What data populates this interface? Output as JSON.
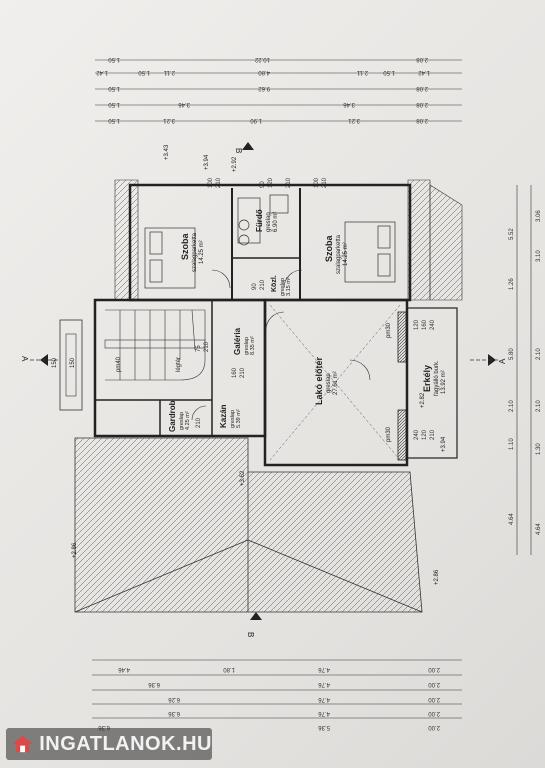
{
  "watermark": {
    "text": "INGATLANOK.HU",
    "icon": "house-logo-icon"
  },
  "rooms": {
    "szoba_left": {
      "name": "Szoba",
      "floor": "szalagparketta",
      "area": "14.25 m²"
    },
    "furdo": {
      "name": "Fürdő",
      "floor": "greslap",
      "area": "6.90 m²"
    },
    "szoba_right": {
      "name": "Szoba",
      "floor": "szalagparketta",
      "area": "14.25 m²"
    },
    "kozl": {
      "name": "Közl.",
      "floor": "greslap",
      "area": "3.15 m²"
    },
    "galeria": {
      "name": "Galéria",
      "floor": "greslap",
      "area": "8.35 m²"
    },
    "lako": {
      "name": "Lakó előtér",
      "floor": "greslap",
      "area": "27.61 m²"
    },
    "erkely": {
      "name": "Erkély",
      "floor": "fagyálló burk.",
      "area": "13.92 m²"
    },
    "gardrob": {
      "name": "Gardrob",
      "floor": "greslap",
      "area": "4.25 m²"
    },
    "kazan": {
      "name": "Kazán",
      "floor": "greslap",
      "area": "5.39 m²"
    }
  },
  "labels": {
    "legter": "légtér",
    "pm40": "pm40",
    "pm30a": "pm30",
    "pm30b": "pm30",
    "section_a_left": "A",
    "section_a_right": "A",
    "section_b_top": "B",
    "section_b_bottom": "B",
    "lvl_343": "+3.43",
    "lvl_394_top": "+3.94",
    "lvl_292": "+2.92",
    "lvl_394_bottom": "+3.94",
    "lvl_282": "+2.82",
    "lvl_286_left": "+2.86",
    "lvl_286_right": "+2.86",
    "lvl_362": "+3.62",
    "lvl_150a": "150",
    "lvl_150b": "150"
  },
  "dims_top": [
    [
      "1.50",
      "10.22",
      "2.08"
    ],
    [
      "1.42",
      "1.50",
      "2.11",
      "4.80",
      "2.11",
      "1.50",
      "1.42"
    ],
    [
      "1.50",
      "9.62",
      "2.08"
    ],
    [
      "1.50",
      "3.46",
      "3.46",
      "2.08"
    ],
    [
      "1.50",
      "3.21",
      "1.90",
      "3.21",
      "2.08"
    ]
  ],
  "dims_bottom": [
    [
      "4.46",
      "1.80",
      "4.76",
      "2.00"
    ],
    [
      "6.36",
      "4.76",
      "2.00"
    ],
    [
      "6.26",
      "4.76",
      "2.00"
    ],
    [
      "6.36",
      "4.76",
      "2.00"
    ],
    [
      "6.36",
      "5.36",
      "2.00"
    ]
  ],
  "dims_right": [
    [
      "4.64",
      "1.10",
      "2.10",
      "5.80",
      "1.26",
      "5.52"
    ],
    [
      "4.64",
      "1.30",
      "2.10",
      "2.10",
      "3.10",
      "3.06"
    ]
  ],
  "small_dims": [
    "100",
    "210",
    "90",
    "120",
    "210",
    "100",
    "210",
    "75",
    "210",
    "160",
    "210",
    "240",
    "120",
    "210",
    "90",
    "210",
    "120",
    "160",
    "210",
    "240"
  ]
}
